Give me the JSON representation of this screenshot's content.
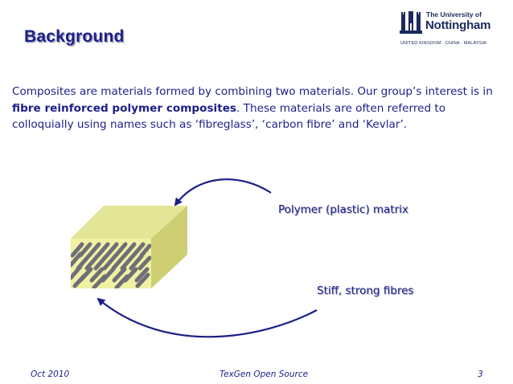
{
  "slide": {
    "title": "Background",
    "body_part1": "Composites are materials formed by combining two materials.  Our group’s interest is in ",
    "body_bold": "fibre reinforced polymer composites",
    "body_part2": ".  These materials are often referred to colloquially using names such as ‘fibreglass’, ‘carbon fibre’ and ‘Kevlar’."
  },
  "logo": {
    "line1": "The University of",
    "line2": "Nottingham",
    "subline": "UNITED KINGDOM · CHINA · MALAYSIA",
    "crest_icon": "university-crest-icon"
  },
  "diagram": {
    "matrix_label": "Polymer (plastic) matrix",
    "fibres_label": "Stiff, strong fibres",
    "colors": {
      "matrix_top": "#e4e697",
      "matrix_front": "#f0f1a3",
      "matrix_side": "#cdcf72",
      "fibre": "#6f6f78",
      "arrow": "#1b1f88"
    }
  },
  "footer": {
    "date": "Oct 2010",
    "center": "TexGen Open Source",
    "page": "3"
  },
  "colors": {
    "text": "#1b1f88",
    "background": "#ffffff"
  }
}
